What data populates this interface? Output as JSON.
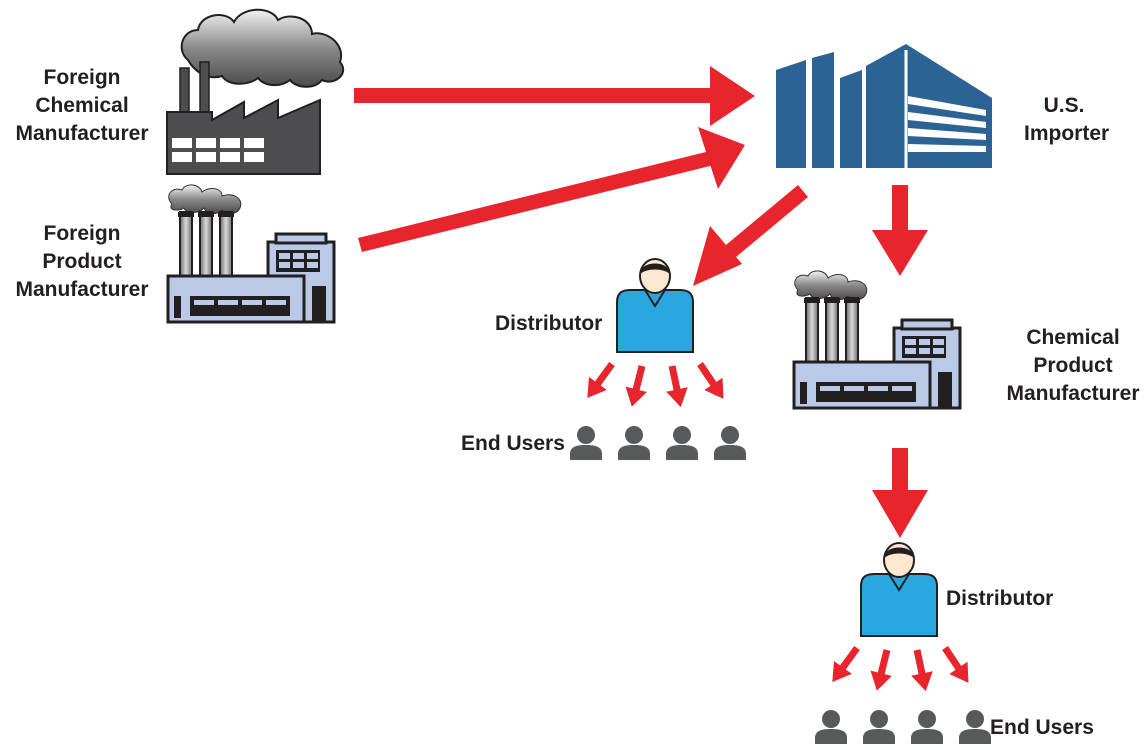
{
  "labels": {
    "foreign_chemical_manufacturer": [
      "Foreign",
      "Chemical",
      "Manufacturer"
    ],
    "foreign_product_manufacturer": [
      "Foreign",
      "Product",
      "Manufacturer"
    ],
    "us_importer": [
      "U.S.",
      "Importer"
    ],
    "distributor_1": "Distributor",
    "end_users_1": "End Users",
    "chemical_product_manufacturer": [
      "Chemical",
      "Product",
      "Manufacturer"
    ],
    "distributor_2": "Distributor",
    "end_users_2": "End Users"
  },
  "colors": {
    "arrow": "#e8252c",
    "importer_building": "#2d6394",
    "factory_body": "#b9c9e6",
    "distributor_shirt": "#29a8e0",
    "dark": "#231f20",
    "factory_gray": "#4d4d4f",
    "end_user_gray": "#58595b"
  },
  "icons": {
    "foreign_chemical_manufacturer": "factory-smoke-icon",
    "foreign_product_manufacturer": "factory-blue-icon",
    "us_importer": "building-icon",
    "distributor": "person-icon",
    "end_users": "people-group-icon",
    "chemical_product_manufacturer": "factory-blue-icon"
  }
}
